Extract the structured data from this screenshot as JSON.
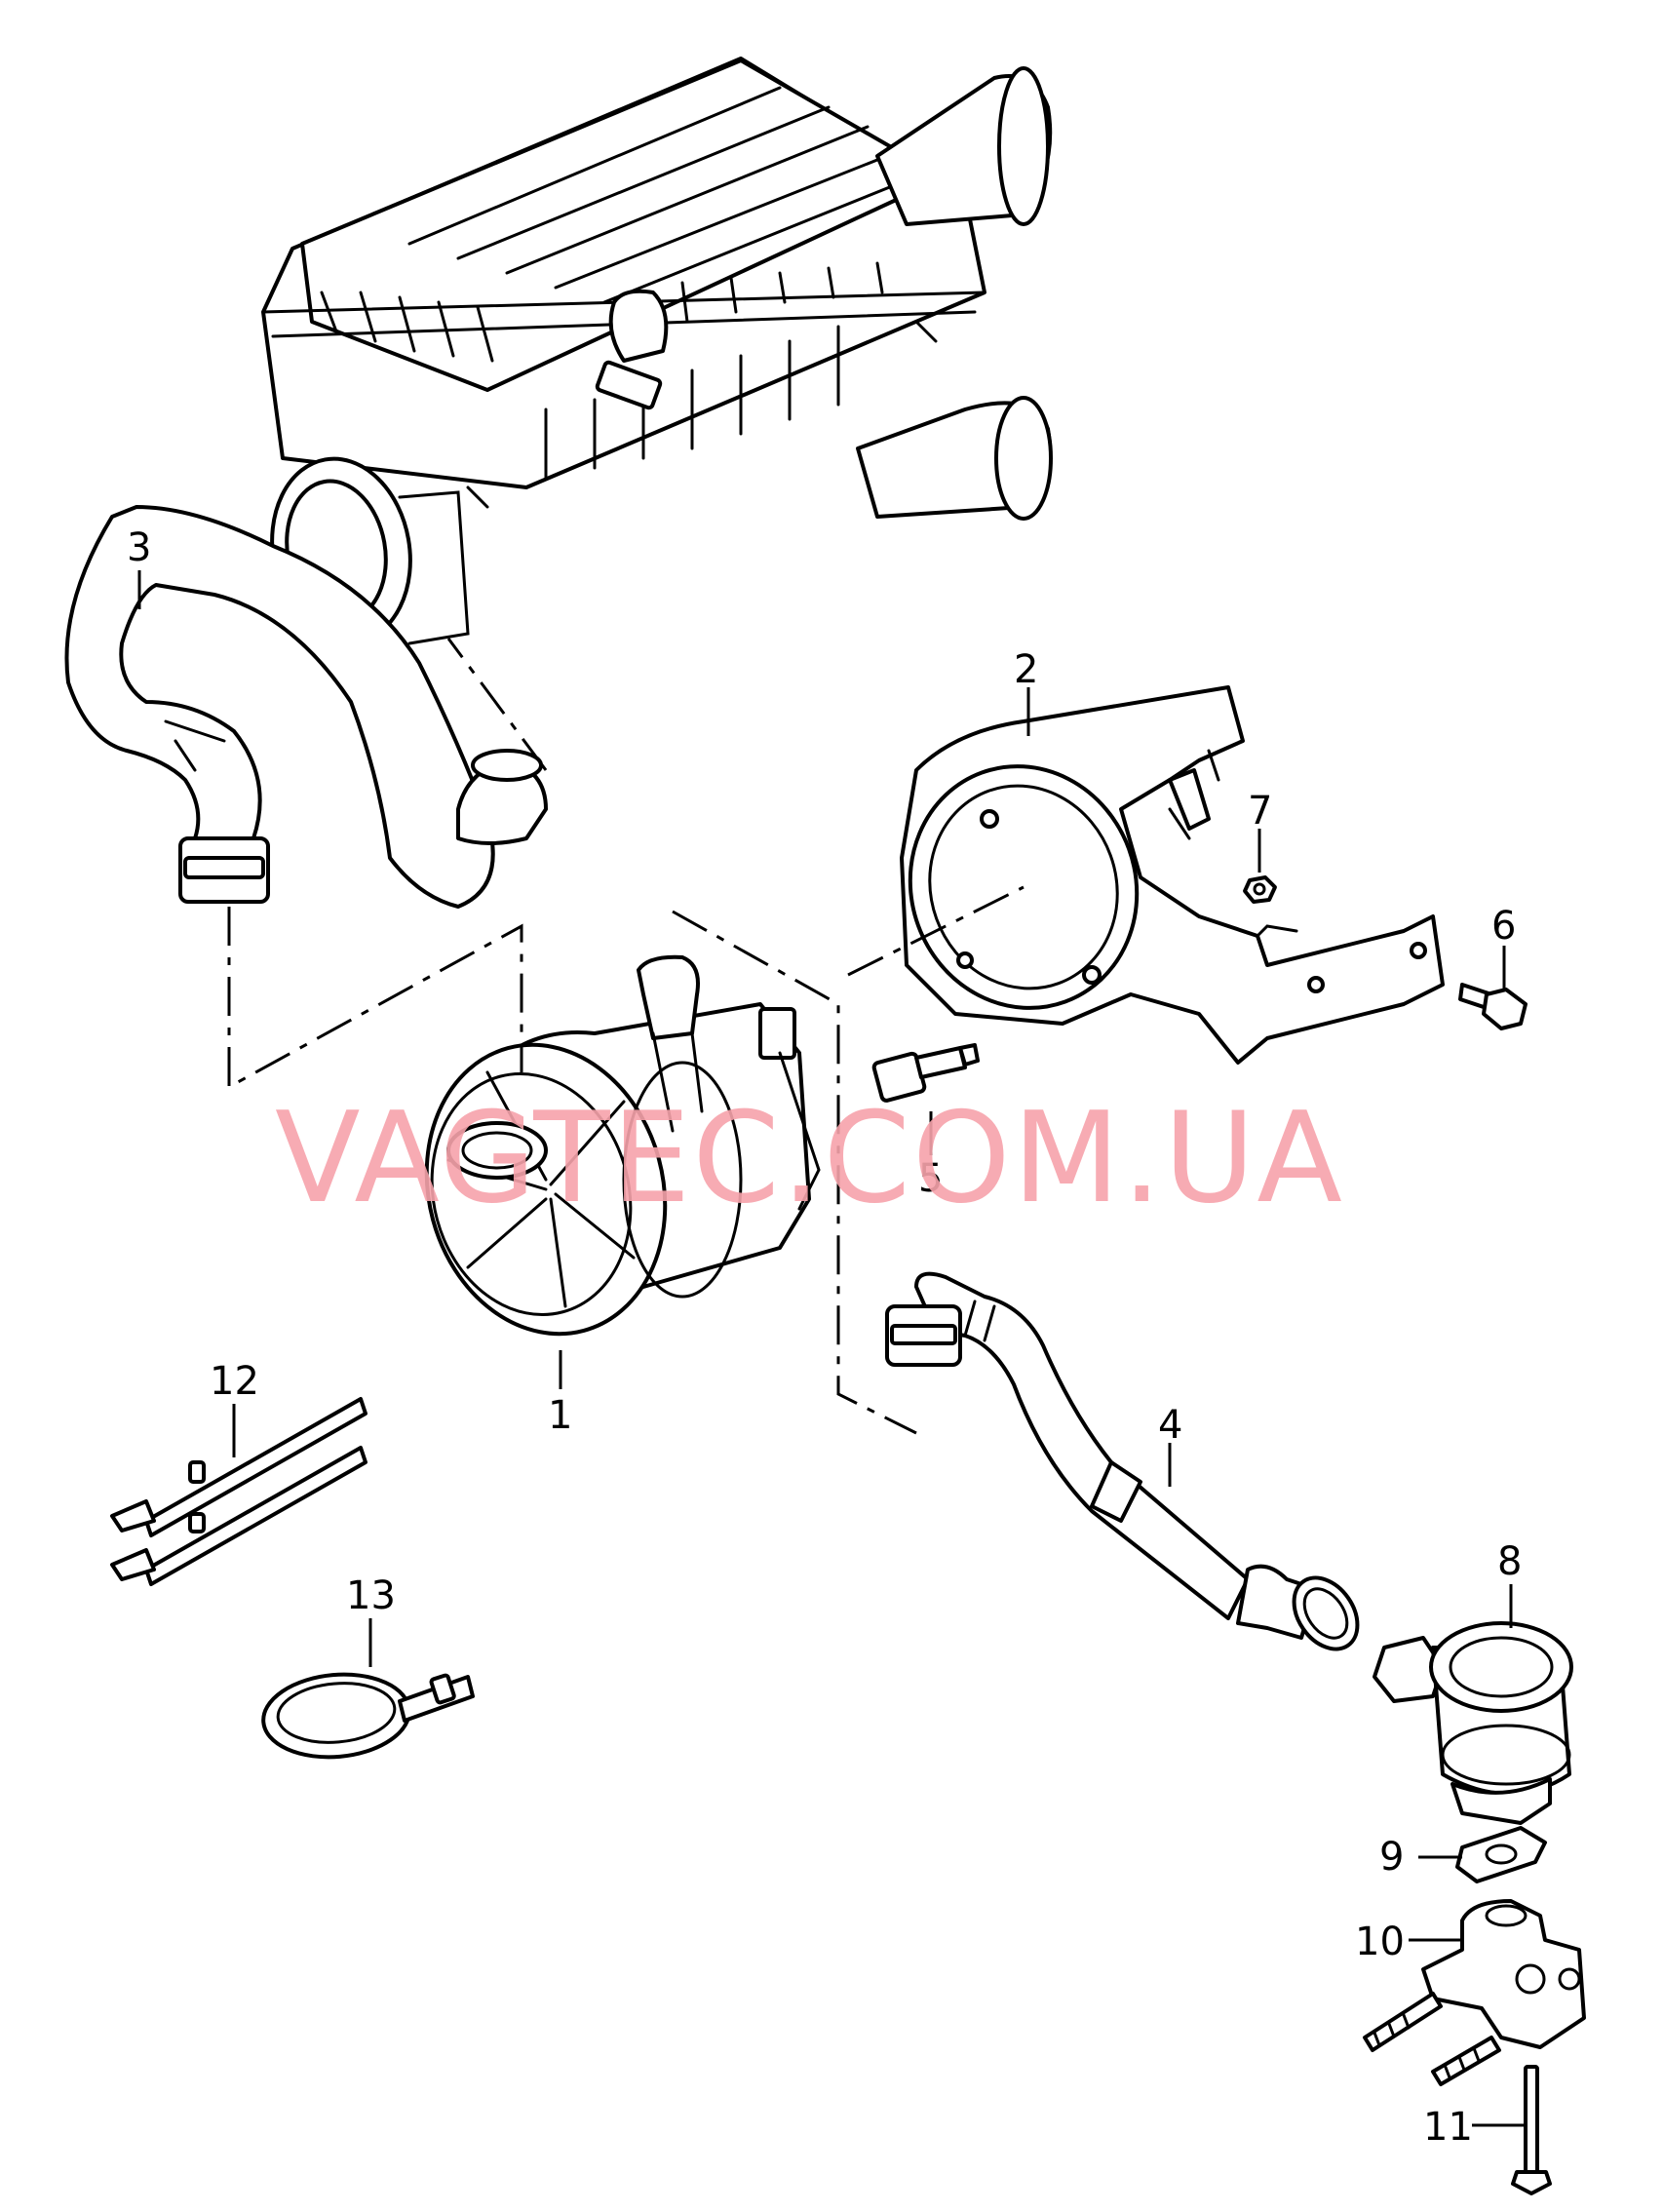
{
  "watermark": "VAGTEC.COM.UA",
  "callouts": {
    "c1": "1",
    "c2": "2",
    "c3": "3",
    "c4": "4",
    "c5": "5",
    "c6": "6",
    "c7": "7",
    "c8": "8",
    "c9": "9",
    "c10": "10",
    "c11": "11",
    "c12": "12",
    "c13": "13"
  }
}
